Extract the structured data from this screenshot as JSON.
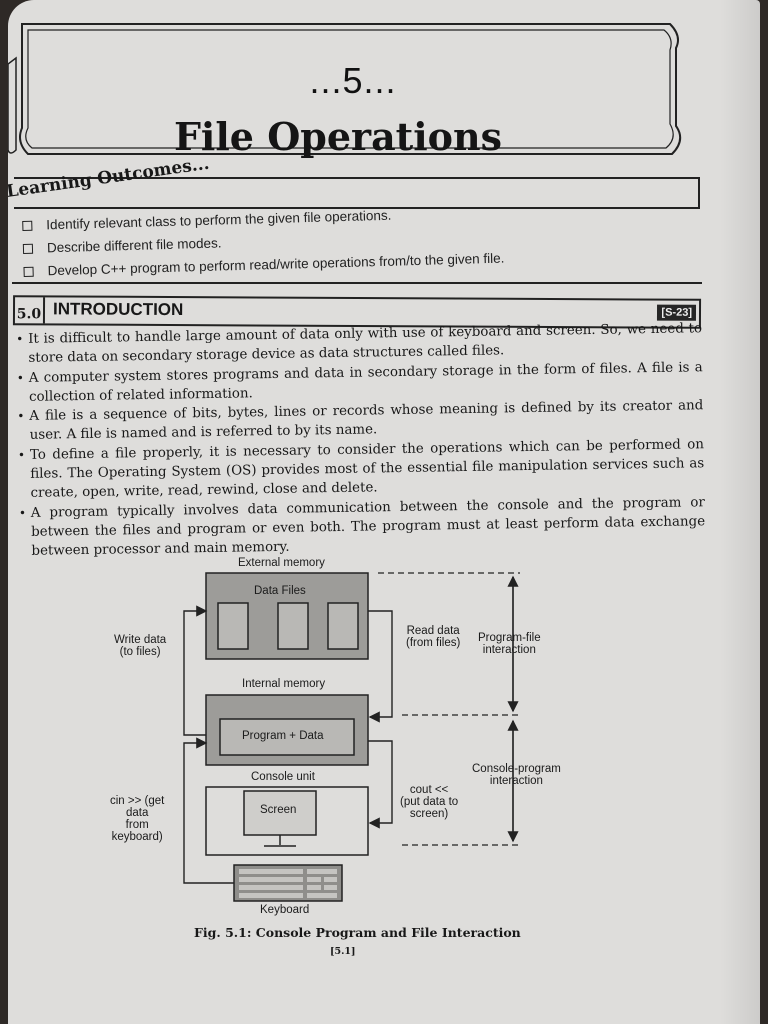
{
  "chapter": {
    "number": "...5...",
    "title": "File Operations"
  },
  "learning_outcomes": {
    "heading": "Learning Outcomes...",
    "items": [
      "Identify relevant class to perform the given file operations.",
      "Describe different file modes.",
      "Develop C++ program to perform read/write operations from/to the given file."
    ]
  },
  "section": {
    "number": "5.0",
    "title": "INTRODUCTION",
    "tag": "[S-23]"
  },
  "paragraphs": [
    "It is difficult to handle large amount of data only with use of keyboard and screen. So, we need to store data on secondary storage device as data structures called files.",
    "A computer system stores programs and data in secondary storage in the form of files. A file is a collection of related information.",
    "A file is a sequence of bits, bytes, lines or records whose meaning is defined by its creator and user. A file is named and is referred to by its name.",
    "To define a file properly, it is necessary to consider the operations which can be performed on files. The Operating System (OS) provides most of the essential file manipulation services such as create, open, write, read, rewind, close and delete.",
    "A program typically involves data communication between the console and the program or between the files and program or even both. The program must at least perform data exchange between processor and main memory."
  ],
  "figure": {
    "external_memory": "External memory",
    "data_files": "Data Files",
    "write_data": "Write data\n(to files)",
    "read_data": "Read data\n(from files)",
    "program_file": "Program-file\ninteraction",
    "internal_memory": "Internal memory",
    "program_data": "Program + Data",
    "console_unit": "Console unit",
    "console_program": "Console-program\ninteraction",
    "cin": "cin >> (get\ndata\nfrom\nkeyboard)",
    "cout": "cout <<\n(put data to\nscreen)",
    "screen": "Screen",
    "keyboard": "Keyboard",
    "caption": "Fig. 5.1: Console Program and File Interaction"
  },
  "page_number": "[5.1]"
}
